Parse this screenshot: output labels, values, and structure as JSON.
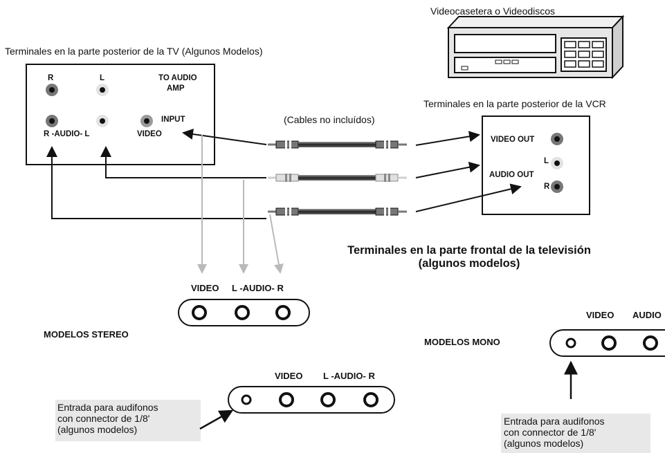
{
  "vcr": {
    "title": "Videocasetera o Videodiscos",
    "rear_title": "Terminales en la parte posterior de la VCR",
    "video_out": "VIDEO OUT",
    "audio_out": "AUDIO OUT",
    "l": "L",
    "r": "R"
  },
  "tv_rear": {
    "title": "Terminales en la parte posterior de la TV (Algunos Modelos)",
    "r": "R",
    "l": "L",
    "to_audio": "TO AUDIO",
    "amp": "AMP",
    "input": "INPUT",
    "audio_pair": "R -AUDIO- L",
    "video": "VIDEO"
  },
  "cables_note": "(Cables no incluídos)",
  "front": {
    "title_line1": "Terminales en la parte frontal de la televisión",
    "title_line2": "(algunos modelos)"
  },
  "stereo": {
    "model_label": "MODELOS STEREO",
    "video": "VIDEO",
    "audio": "L -AUDIO- R",
    "lower_video": "VIDEO",
    "lower_audio": "L -AUDIO- R",
    "headphone_line1": "Entrada para audifonos",
    "headphone_line2": "con connector de 1/8'",
    "headphone_line3": "(algunos modelos)"
  },
  "mono": {
    "model_label": "MODELOS MONO",
    "video": "VIDEO",
    "audio": "AUDIO",
    "headphone_line1": "Entrada para audifonos",
    "headphone_line2": "con connector de 1/8'",
    "headphone_line3": "(algunos modelos)"
  }
}
